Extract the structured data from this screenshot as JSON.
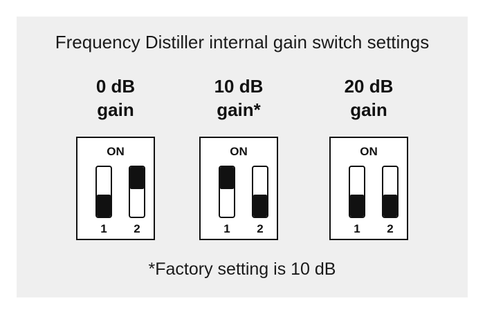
{
  "title": "Frequency Distiller internal gain switch settings",
  "on_label": "ON",
  "switch_numbers": [
    "1",
    "2"
  ],
  "settings": [
    {
      "gain_line1": "0 dB",
      "gain_line2": "gain",
      "switches": [
        "off",
        "on"
      ]
    },
    {
      "gain_line1": "10 dB",
      "gain_line2": "gain*",
      "switches": [
        "on",
        "off"
      ]
    },
    {
      "gain_line1": "20 dB",
      "gain_line2": "gain",
      "switches": [
        "off",
        "off"
      ]
    }
  ],
  "footnote": "*Factory setting is 10 dB"
}
